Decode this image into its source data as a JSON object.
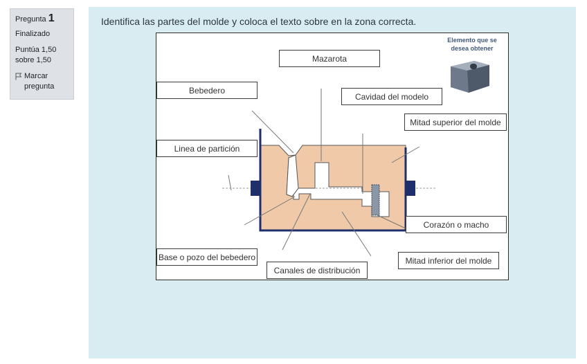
{
  "info": {
    "question_label": "Pregunta",
    "question_number": "1",
    "state": "Finalizado",
    "grade": "Puntúa 1,50 sobre 1,50",
    "flag_label": "Marcar pregunta",
    "flag_icon": "flag-icon"
  },
  "question": {
    "text": "Identifica las partes del molde y coloca el texto sobre en la zona correcta."
  },
  "figure": {
    "legend": "Elemento que se desea obtener",
    "colors": {
      "mold": "#f0c9a9",
      "frame": "#1f2f6b",
      "background": "#d9ecf2"
    }
  },
  "drops": [
    {
      "key": "mazarota",
      "label": "Mazarota"
    },
    {
      "key": "bebedero",
      "label": "Bebedero"
    },
    {
      "key": "cavidad",
      "label": "Cavidad del modelo"
    },
    {
      "key": "mitad_superior",
      "label": "Mitad superior del molde"
    },
    {
      "key": "linea_particion",
      "label": "Linea de partición"
    },
    {
      "key": "corazon",
      "label": "Corazón o macho"
    },
    {
      "key": "base_pozo",
      "label": "Base o pozo del bebedero"
    },
    {
      "key": "mitad_inferior",
      "label": "Mitad inferior del molde"
    },
    {
      "key": "canales",
      "label": "Canales de distribución"
    }
  ]
}
